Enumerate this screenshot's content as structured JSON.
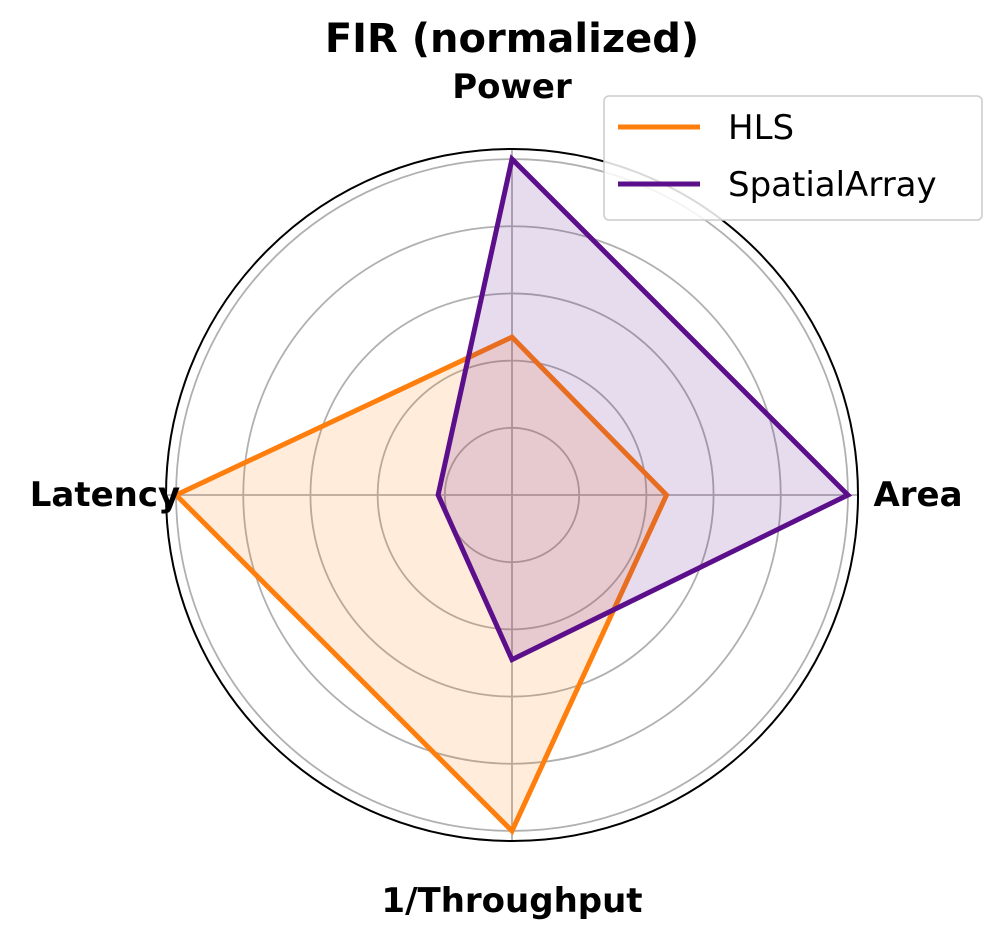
{
  "chart_data": {
    "type": "radar",
    "title": "FIR (normalized)",
    "axes": [
      "Power",
      "Area",
      "1/Throughput",
      "Latency"
    ],
    "rlim": [
      0,
      1.03
    ],
    "rgrid": [
      0.2,
      0.4,
      0.6,
      0.8,
      1.0
    ],
    "grid": true,
    "legend_position": "top-right",
    "series": [
      {
        "name": "HLS",
        "values": [
          0.47,
          0.46,
          1.0,
          1.0
        ],
        "color": "#ff7f0e"
      },
      {
        "name": "SpatialArray",
        "values": [
          1.0,
          1.0,
          0.49,
          0.22
        ],
        "color": "#5c0f8b"
      }
    ]
  }
}
